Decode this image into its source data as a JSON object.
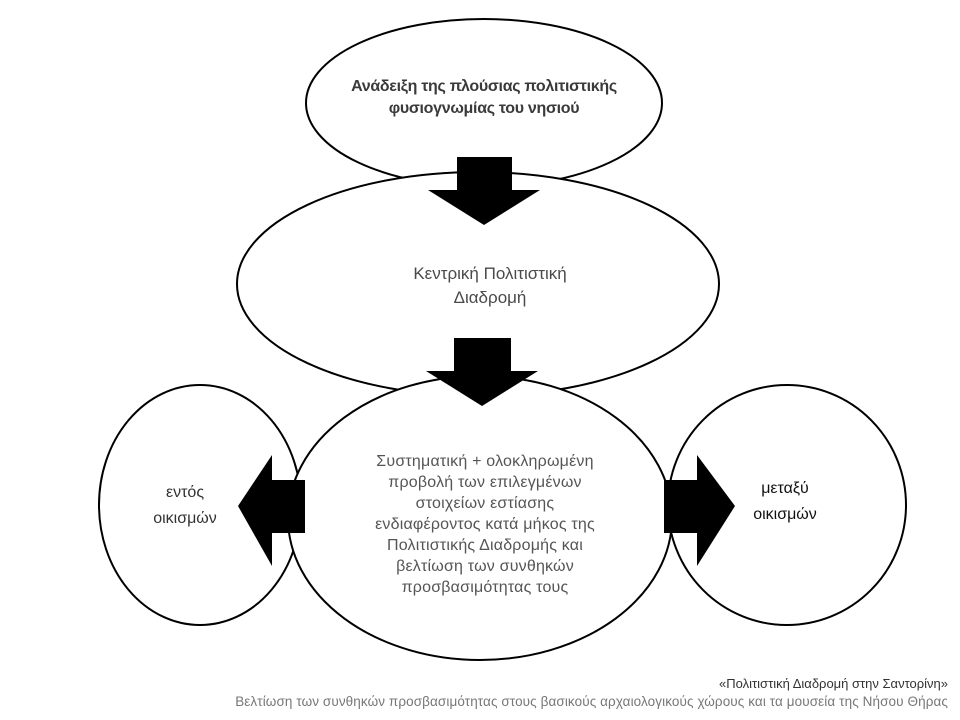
{
  "diagram": {
    "top_node": {
      "lines": [
        "Ανάδειξη της πλούσιας πολιτιστικής",
        "φυσιογνωμίας του νησιού"
      ]
    },
    "center_node": {
      "lines": [
        "Κεντρική Πολιτιστική",
        "Διαδρομή"
      ]
    },
    "bottom_node": {
      "lines": [
        "Συστηματική + ολοκληρωμένη",
        "προβολή των επιλεγμένων",
        "στοιχείων εστίασης",
        "ενδιαφέροντος κατά μήκος της",
        "Πολιτιστικής Διαδρομής και",
        "βελτίωση των συνθηκών",
        "προσβασιμότητας τους"
      ]
    },
    "left_node": {
      "lines": [
        "εντός",
        "οικισμών"
      ]
    },
    "right_node": {
      "lines": [
        "μεταξύ",
        "οικισμών"
      ]
    }
  },
  "caption": {
    "title": "«Πολιτιστική Διαδρομή στην Σαντορίνη»",
    "subtitle": "Βελτίωση των συνθηκών προσβασιμότητας στους βασικούς αρχαιολογικούς χώρους και τα μουσεία της Νήσου Θήρας"
  },
  "colors": {
    "outline": "#000000",
    "arrow": "#000000",
    "fill": "#ffffff"
  }
}
